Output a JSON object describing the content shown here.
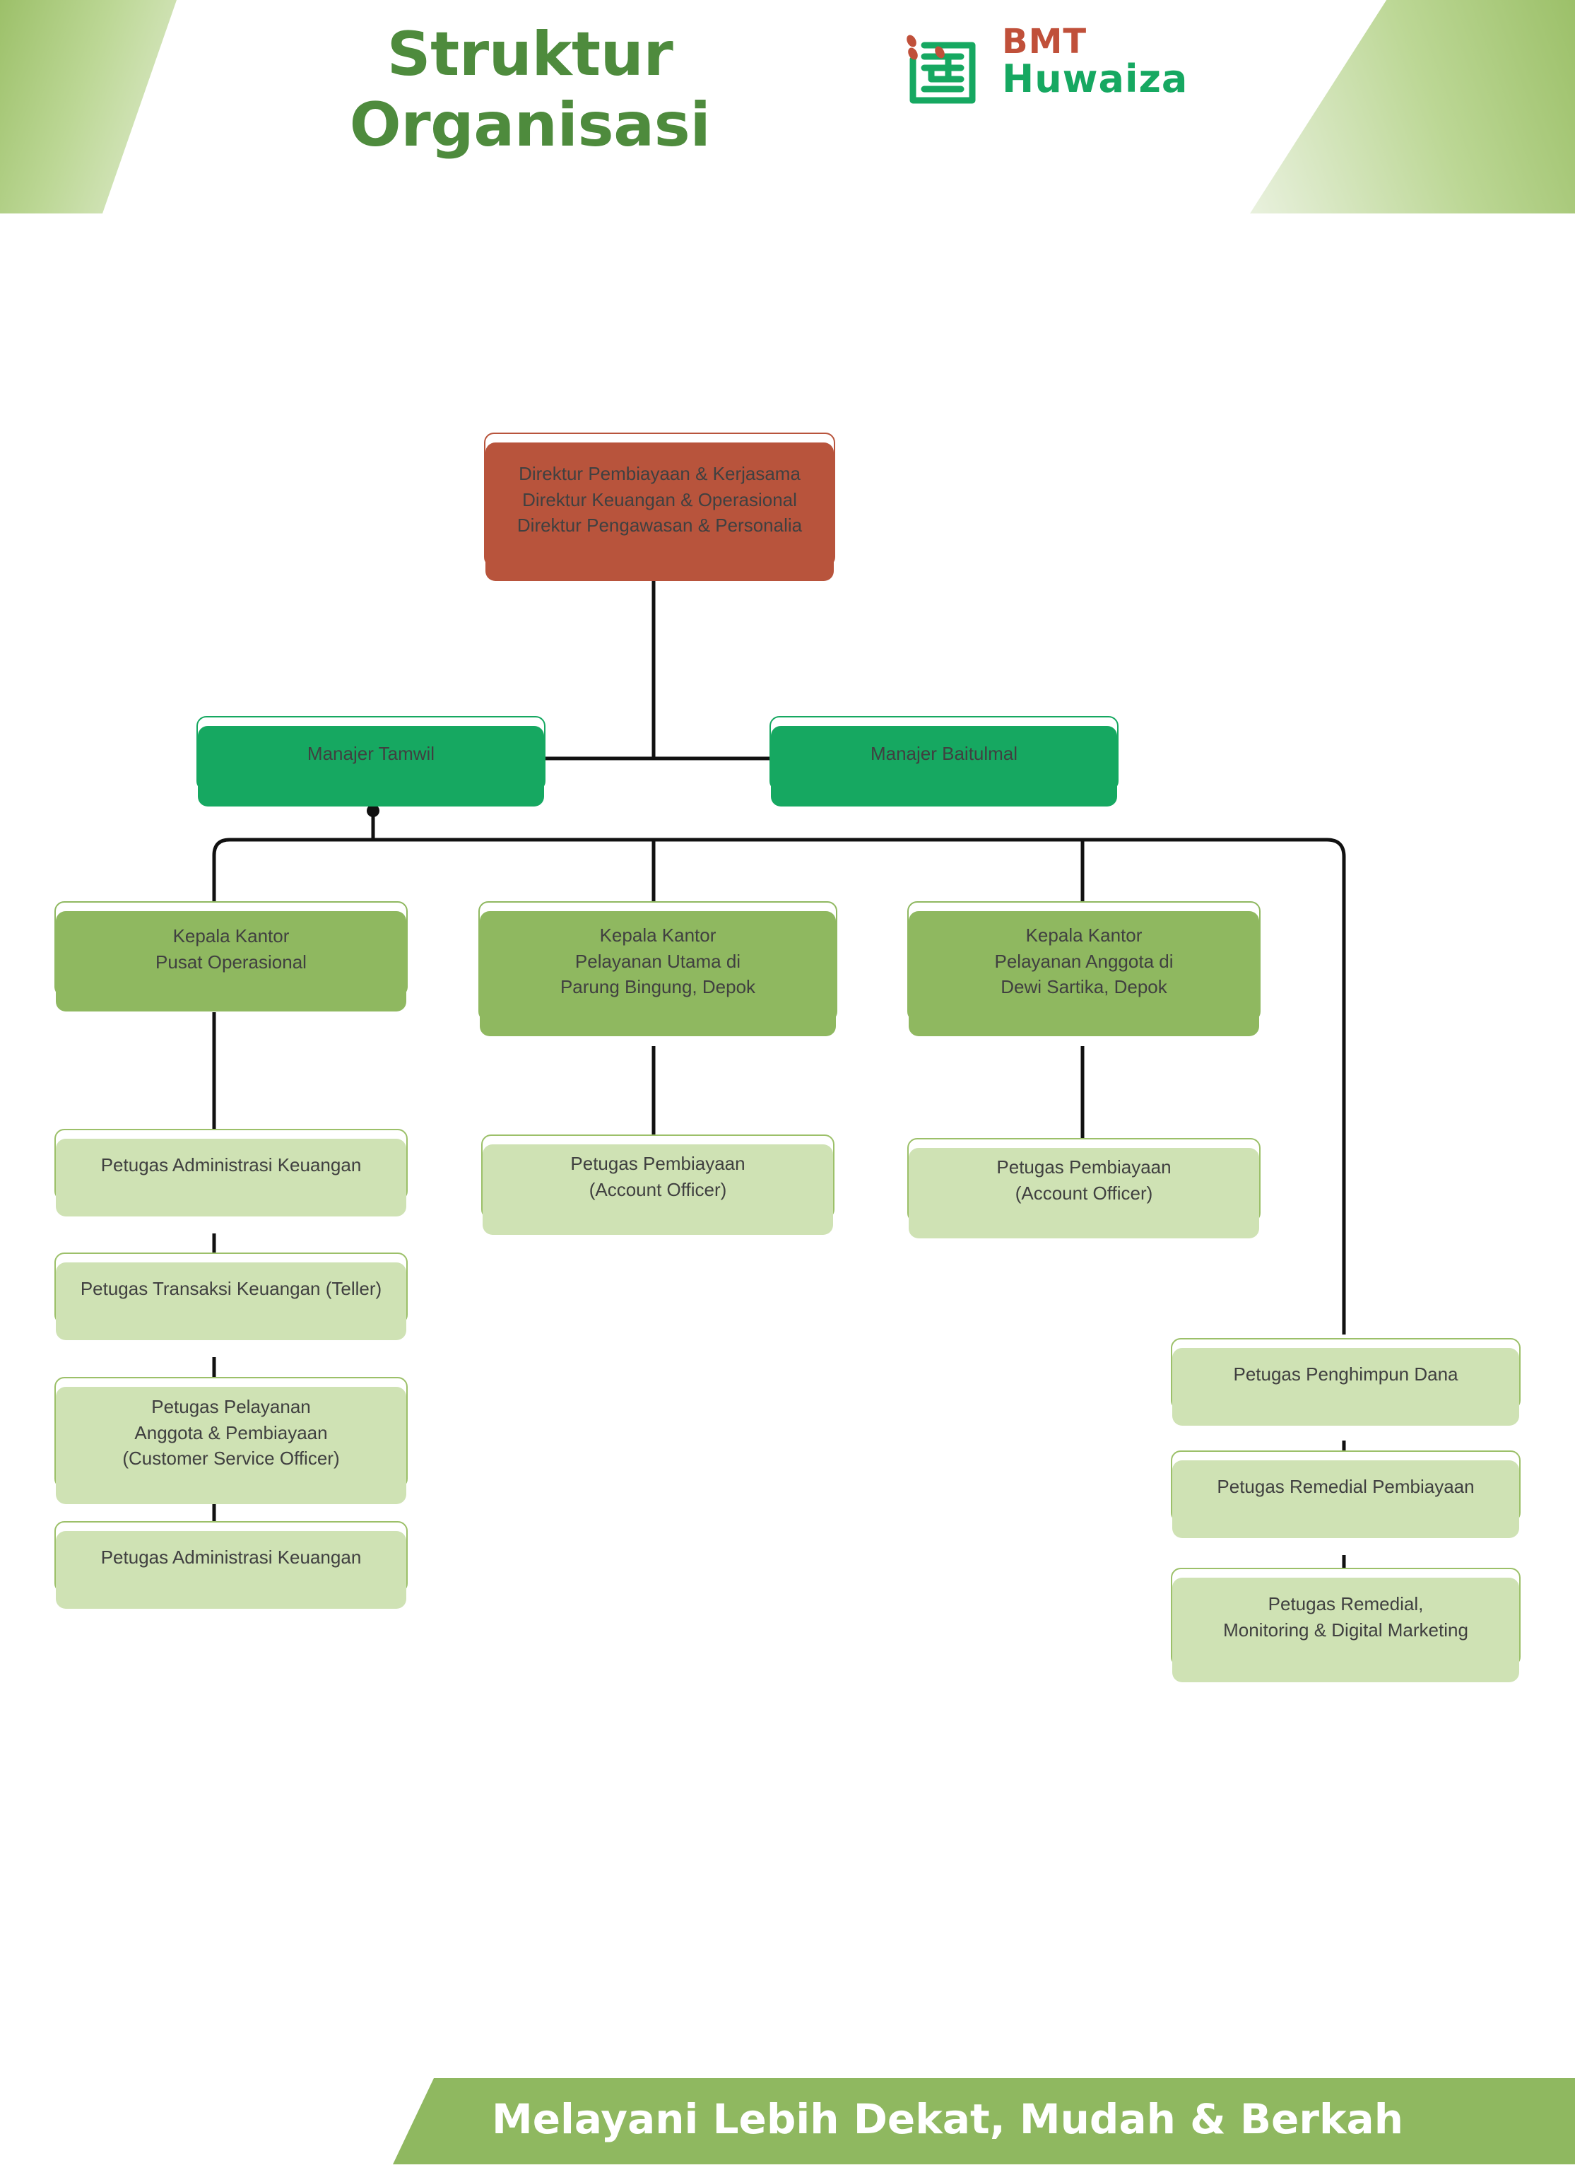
{
  "header": {
    "title_line1": "Struktur",
    "title_line2": "Organisasi",
    "logo_bmt": "BMT",
    "logo_huwaiza": "Huwaiza",
    "logo_icon": "bmt-huwaiza-calligraphy-logo"
  },
  "footer": {
    "tagline": "Melayani Lebih Dekat, Mudah & Berkah"
  },
  "colors": {
    "red": "#b8543c",
    "green": "#16a861",
    "olive": "#8fb860",
    "sage_border": "#9cc069",
    "sage_fill": "#cfe2b4",
    "title_green": "#4e8b3d",
    "text": "#404040",
    "connector": "#000000"
  },
  "chart_data": {
    "type": "diagram",
    "diagram_kind": "organization-chart",
    "title": "Struktur Organisasi",
    "nodes": [
      {
        "id": "direksi",
        "level": 0,
        "label": "Direktur Pembiayaan & Kerjasama\nDirektur Keuangan & Operasional\nDirektur Pengawasan & Personalia",
        "style": "red"
      },
      {
        "id": "manajer-tamwil",
        "level": 1,
        "label": "Manajer Tamwil",
        "style": "green"
      },
      {
        "id": "manajer-baitulmal",
        "level": 1,
        "label": "Manajer Baitulmal",
        "style": "green"
      },
      {
        "id": "kk-pusat",
        "level": 2,
        "label": "Kepala Kantor\nPusat Operasional",
        "style": "olive"
      },
      {
        "id": "kk-parung",
        "level": 2,
        "label": "Kepala Kantor\nPelayanan Utama di\nParung Bingung, Depok",
        "style": "olive"
      },
      {
        "id": "kk-dewi-sartika",
        "level": 2,
        "label": "Kepala Kantor\nPelayanan Anggota di\nDewi Sartika, Depok",
        "style": "olive"
      },
      {
        "id": "adm-keuangan-1",
        "level": 3,
        "label": "Petugas Administrasi Keuangan",
        "style": "sage"
      },
      {
        "id": "transaksi-teller",
        "level": 4,
        "label": "Petugas Transaksi Keuangan (Teller)",
        "style": "sage"
      },
      {
        "id": "pelayanan-cso",
        "level": 5,
        "label": "Petugas Pelayanan\nAnggota & Pembiayaan\n(Customer Service Officer)",
        "style": "sage"
      },
      {
        "id": "adm-keuangan-2",
        "level": 6,
        "label": "Petugas Administrasi Keuangan",
        "style": "sage"
      },
      {
        "id": "ao-parung",
        "level": 3,
        "label": "Petugas Pembiayaan\n(Account Officer)",
        "style": "sage"
      },
      {
        "id": "ao-dewi-sartika",
        "level": 3,
        "label": "Petugas Pembiayaan\n(Account Officer)",
        "style": "sage"
      },
      {
        "id": "penghimpun-dana",
        "level": 3,
        "label": "Petugas Penghimpun Dana",
        "style": "sage"
      },
      {
        "id": "remedial-pembiayaan",
        "level": 4,
        "label": "Petugas Remedial Pembiayaan",
        "style": "sage"
      },
      {
        "id": "remedial-monitoring",
        "level": 5,
        "label": "Petugas Remedial,\nMonitoring & Digital Marketing",
        "style": "sage"
      }
    ],
    "edges": [
      {
        "from": "direksi",
        "to": "manajer-tamwil"
      },
      {
        "from": "direksi",
        "to": "manajer-baitulmal"
      },
      {
        "from": "manajer-tamwil",
        "to": "kk-pusat"
      },
      {
        "from": "manajer-tamwil",
        "to": "kk-parung"
      },
      {
        "from": "manajer-tamwil",
        "to": "kk-dewi-sartika"
      },
      {
        "from": "manajer-tamwil",
        "to": "penghimpun-dana"
      },
      {
        "from": "kk-pusat",
        "to": "adm-keuangan-1"
      },
      {
        "from": "adm-keuangan-1",
        "to": "transaksi-teller"
      },
      {
        "from": "transaksi-teller",
        "to": "pelayanan-cso"
      },
      {
        "from": "pelayanan-cso",
        "to": "adm-keuangan-2"
      },
      {
        "from": "kk-parung",
        "to": "ao-parung"
      },
      {
        "from": "kk-dewi-sartika",
        "to": "ao-dewi-sartika"
      },
      {
        "from": "penghimpun-dana",
        "to": "remedial-pembiayaan"
      },
      {
        "from": "remedial-pembiayaan",
        "to": "remedial-monitoring"
      }
    ]
  }
}
